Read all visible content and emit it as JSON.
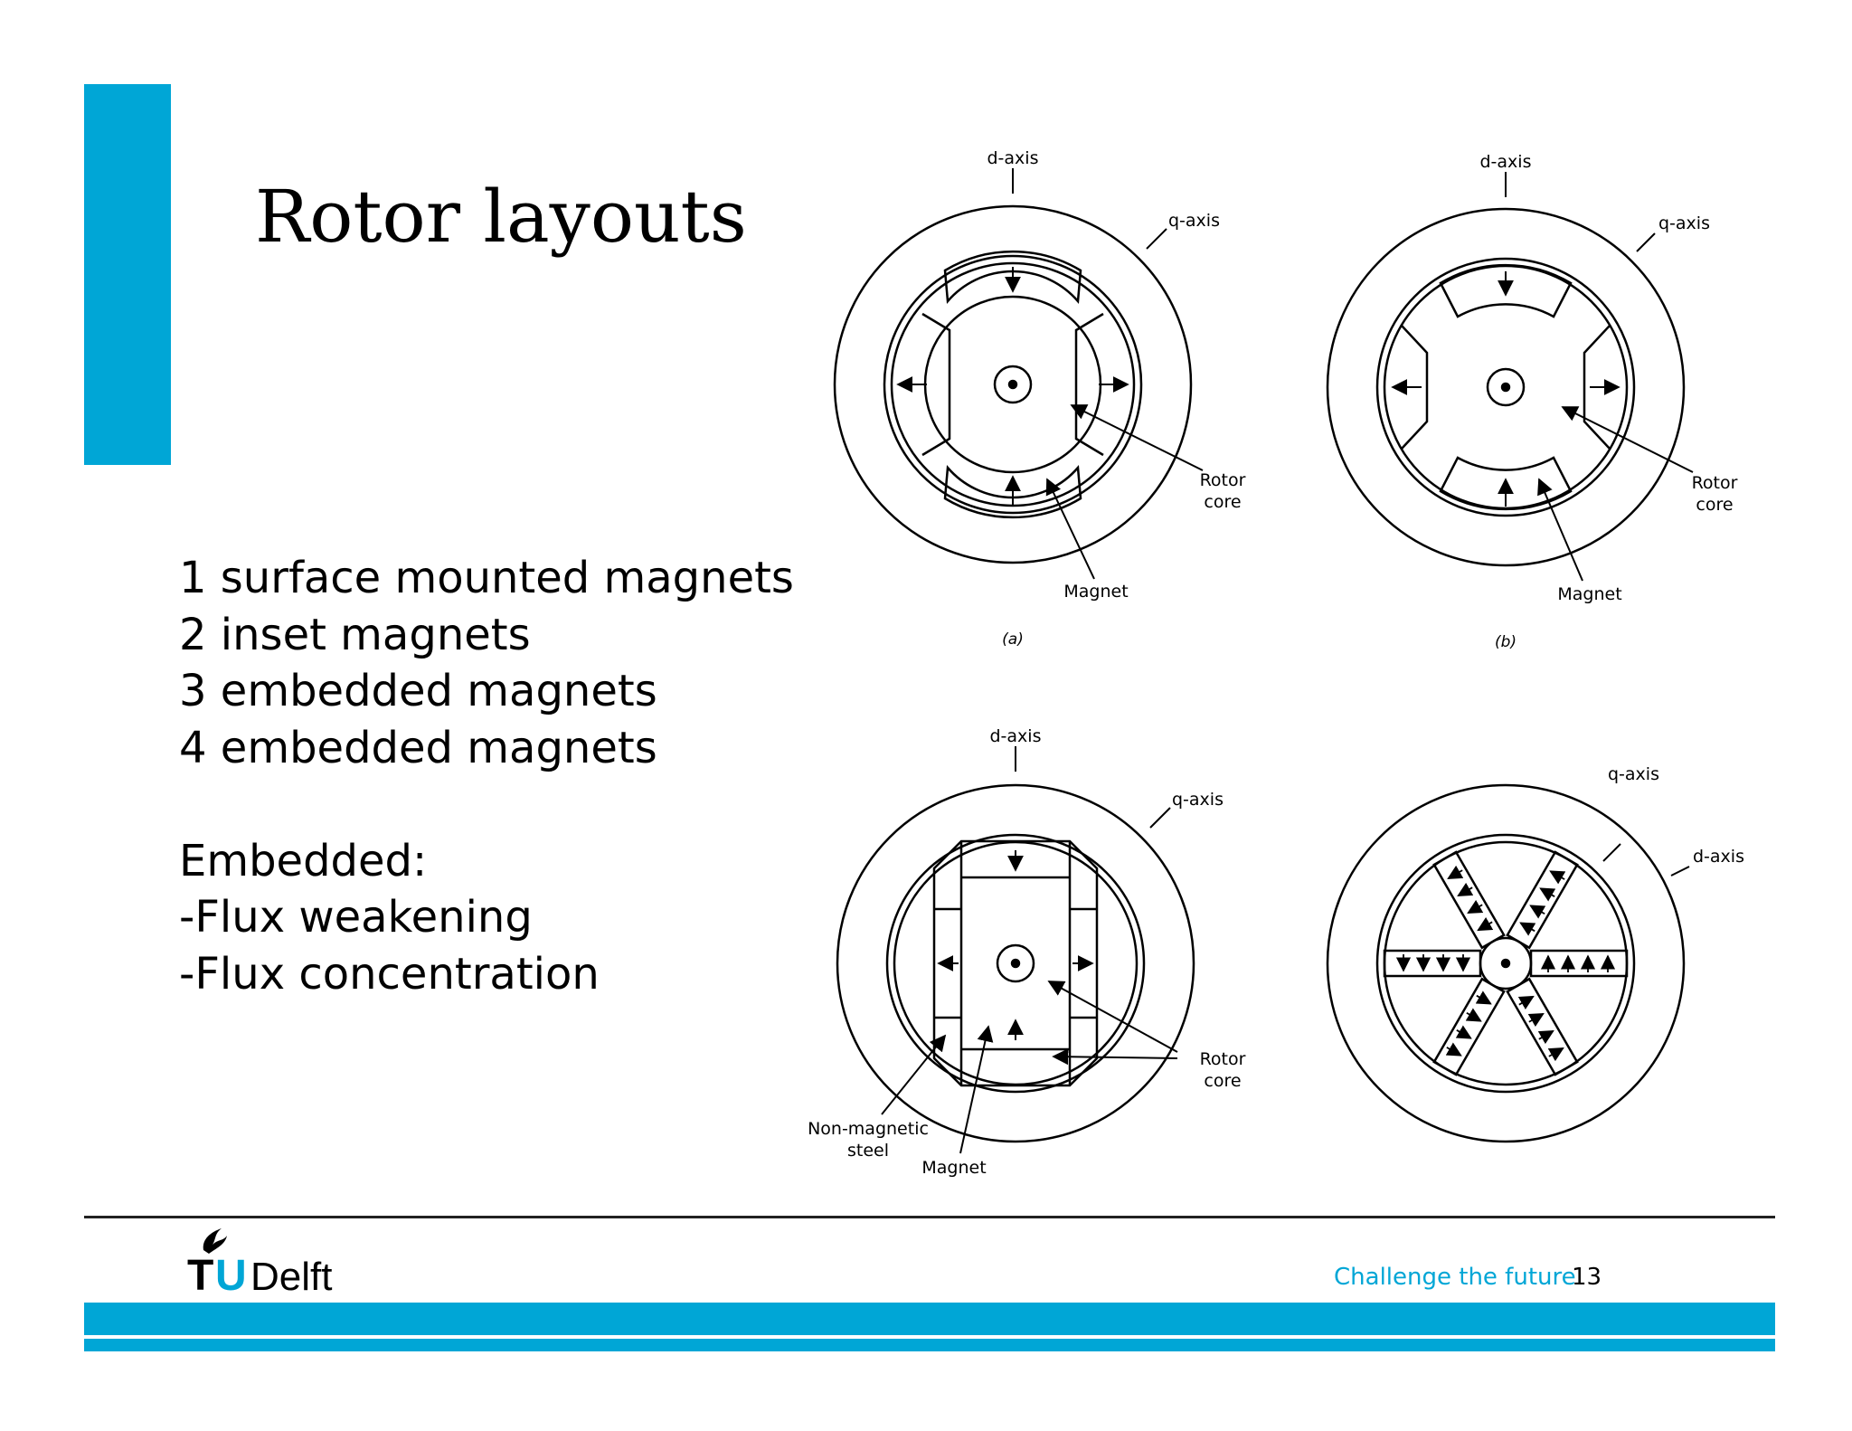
{
  "slide": {
    "title": "Rotor layouts",
    "items": [
      "1 surface mounted magnets",
      "2 inset magnets",
      "3 embedded magnets",
      "4 embedded magnets"
    ],
    "embedded_heading": "Embedded:",
    "embedded_points": [
      "-Flux weakening",
      "-Flux concentration"
    ],
    "page_number": "13"
  },
  "figure": {
    "a": {
      "d_axis": "d-axis",
      "q_axis": "q-axis",
      "rotor_core_1": "Rotor",
      "rotor_core_2": "core",
      "magnet": "Magnet",
      "caption": "(a)"
    },
    "b": {
      "d_axis": "d-axis",
      "q_axis": "q-axis",
      "rotor_core_1": "Rotor",
      "rotor_core_2": "core",
      "magnet": "Magnet",
      "caption": "(b)"
    },
    "c": {
      "d_axis": "d-axis",
      "q_axis": "q-axis",
      "rotor_core_1": "Rotor",
      "rotor_core_2": "core",
      "nonmag_1": "Non-magnetic",
      "nonmag_2": "steel",
      "magnet": "Magnet"
    },
    "d": {
      "q_axis": "q-axis",
      "d_axis": "d-axis"
    }
  },
  "footer": {
    "logo_tu": "TU",
    "logo_delft": "Delft",
    "slogan": "Challenge the future"
  },
  "colors": {
    "accent": "#00A6D6",
    "text": "#000000"
  }
}
